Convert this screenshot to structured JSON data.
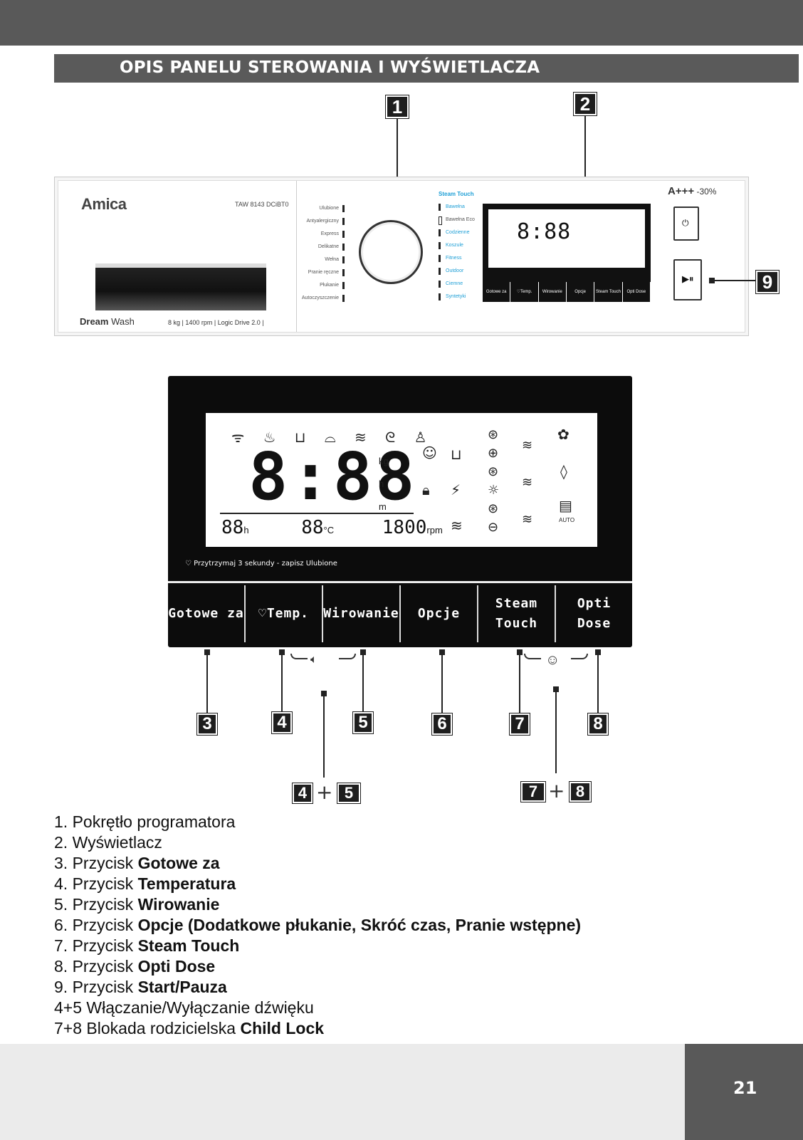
{
  "header": {
    "title": "OPIS PANELU STEROWANIA I WYŚWIETLACZA"
  },
  "callouts": [
    "1",
    "2",
    "3",
    "4",
    "5",
    "6",
    "7",
    "8",
    "9"
  ],
  "combos": {
    "a_left": "4",
    "a_plus": "+",
    "a_right": "5",
    "b_left": "7",
    "b_plus": "+",
    "b_right": "8"
  },
  "machine": {
    "brand": "Amica",
    "model": "TAW 8143 DCiBT0",
    "series_bold": "Dream",
    "series_light": " Wash",
    "specs": "8 kg | 1400 rpm | Logic Drive 2.0 |",
    "energy": "A+++",
    "energy_suffix": " -30%",
    "programs_left": [
      "Ulubione",
      "Antyalergiczny",
      "Express",
      "Delikatne",
      "Wełna",
      "Pranie ręczne",
      "Płukanie",
      "Autoczyszczenie"
    ],
    "steam_label": "Steam Touch",
    "programs_right": [
      "Bawełna",
      "Bawełna Eco",
      "Codzienne",
      "Koszule",
      "Fitness",
      "Outdoor",
      "Ciemne",
      "Syntetyki"
    ],
    "mini_digits": "8:88",
    "mini_buttons": [
      "Gotowe za",
      "♡Temp.",
      "Wirowanie",
      "Opcje",
      "Steam Touch",
      "Opti Dose"
    ]
  },
  "display": {
    "top_icons": "ᯤ ♨ ⊔ ⌓ ≋ ᘓ ♙",
    "big_digits": "8:88",
    "units": [
      "kg",
      "h",
      "m"
    ],
    "sub_h": "88",
    "sub_h_unit": "h",
    "sub_c": "88",
    "sub_c_unit": "°C",
    "sub_rpm": "1800",
    "sub_rpm_unit": "rpm",
    "auto_label": "AUTO",
    "hint": "♡  Przytrzymaj 3 sekundy  - zapisz Ulubione",
    "buttons": [
      "Gotowe za",
      "♡Temp.",
      "Wirowanie",
      "Opcje",
      "Steam\nTouch",
      "Opti\nDose"
    ]
  },
  "legend": [
    {
      "text": "1. Pokrętło programatora",
      "bold": ""
    },
    {
      "text": "2. Wyświetlacz",
      "bold": ""
    },
    {
      "text": "3. Przycisk ",
      "bold": "Gotowe za"
    },
    {
      "text": "4. Przycisk ",
      "bold": "Temperatura"
    },
    {
      "text": "5. Przycisk ",
      "bold": "Wirowanie"
    },
    {
      "text": "6. Przycisk ",
      "bold": "Opcje (Dodatkowe płukanie, Skróć czas, Pranie wstępne)"
    },
    {
      "text": "7. Przycisk ",
      "bold": "Steam Touch"
    },
    {
      "text": "8. Przycisk ",
      "bold": "Opti Dose"
    },
    {
      "text": "9. Przycisk ",
      "bold": "Start/Pauza"
    },
    {
      "text": "4+5 Włączanie/Wyłączanie dźwięku",
      "bold": ""
    },
    {
      "text": "7+8 Blokada rodzicielska ",
      "bold": "Child Lock"
    }
  ],
  "page_number": "21"
}
